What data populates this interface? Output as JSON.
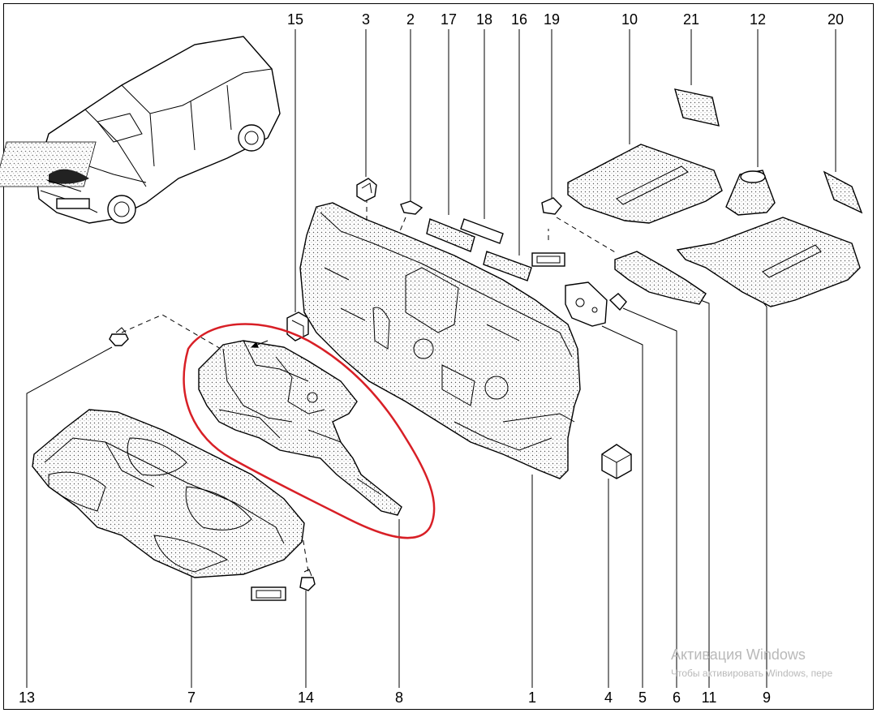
{
  "callouts": [
    "15",
    "3",
    "2",
    "17",
    "18",
    "16",
    "19",
    "10",
    "21",
    "12",
    "20",
    "13",
    "7",
    "14",
    "8",
    "1",
    "4",
    "5",
    "6",
    "11",
    "9"
  ],
  "highlight_color": "#d81f26",
  "watermark": {
    "title": "Активация Windows",
    "subtitle": "Чтобы активировать Windows, пере"
  }
}
